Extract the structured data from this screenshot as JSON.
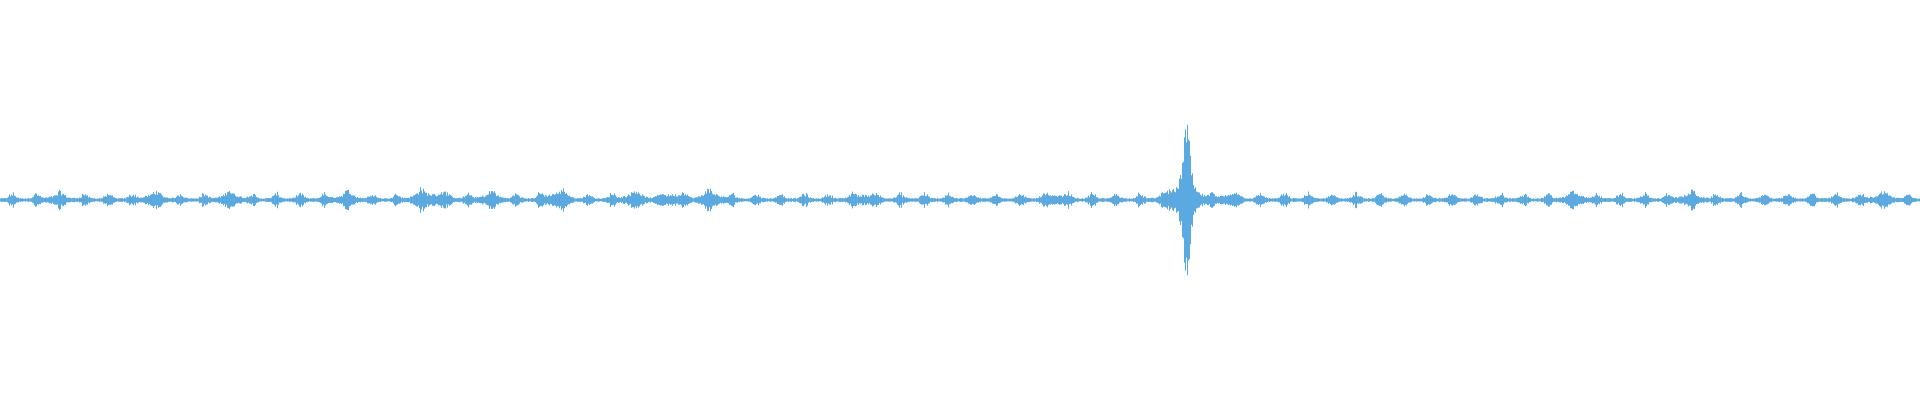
{
  "waveform": {
    "color": "#5aa9e0",
    "background": "#ffffff",
    "baseline_amplitude": 0.02,
    "bursts": [
      {
        "pos": 0.03,
        "amp": 0.08
      },
      {
        "pos": 0.08,
        "amp": 0.1
      },
      {
        "pos": 0.12,
        "amp": 0.11
      },
      {
        "pos": 0.18,
        "amp": 0.1
      },
      {
        "pos": 0.22,
        "amp": 0.13
      },
      {
        "pos": 0.23,
        "amp": 0.1
      },
      {
        "pos": 0.255,
        "amp": 0.1
      },
      {
        "pos": 0.29,
        "amp": 0.14
      },
      {
        "pos": 0.33,
        "amp": 0.12
      },
      {
        "pos": 0.35,
        "amp": 0.11
      },
      {
        "pos": 0.37,
        "amp": 0.13
      },
      {
        "pos": 0.45,
        "amp": 0.1
      },
      {
        "pos": 0.55,
        "amp": 0.09
      },
      {
        "pos": 0.61,
        "amp": 0.1
      },
      {
        "pos": 0.64,
        "amp": 0.1
      },
      {
        "pos": 0.6875,
        "amp": 0.62
      },
      {
        "pos": 0.82,
        "amp": 0.1
      },
      {
        "pos": 0.88,
        "amp": 0.1
      },
      {
        "pos": 0.98,
        "amp": 0.1
      }
    ],
    "peak": {
      "pos": 0.6177,
      "amp": 0.62
    },
    "tick_density": 0.0125
  }
}
